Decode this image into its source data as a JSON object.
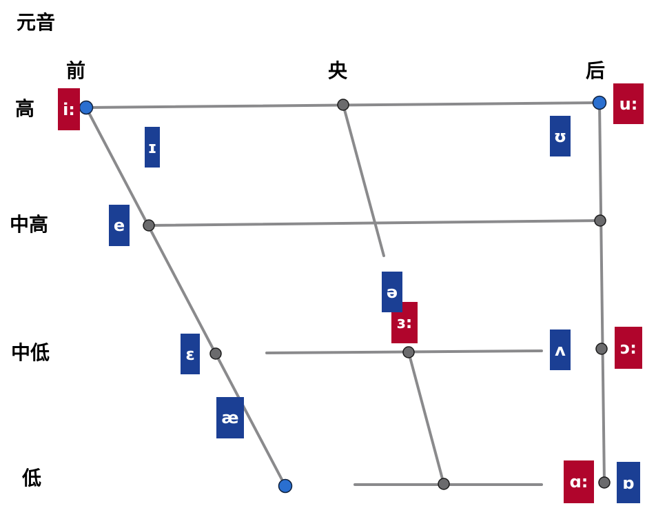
{
  "title": "元音",
  "columns": {
    "front": "前",
    "central": "央",
    "back": "后"
  },
  "rows": {
    "high": "高",
    "mid_high": "中高",
    "mid_low": "中低",
    "low": "低"
  },
  "colors": {
    "long_vowel": "#b0052c",
    "short_vowel": "#1b3f94",
    "line": "#8a8a8c",
    "node_grey": "#6b6b6d",
    "node_blue": "#2a6fd0"
  },
  "vowels": {
    "i_long": "i:",
    "u_long": "u:",
    "i_short": "ɪ",
    "u_short": "ʊ",
    "e": "e",
    "schwa": "ə",
    "er_long": "ɜ:",
    "epsilon": "ɛ",
    "wedge": "ʌ",
    "o_long": "ɔ:",
    "ae": "æ",
    "a_long": "ɑ:",
    "o_short": "ɒ"
  }
}
